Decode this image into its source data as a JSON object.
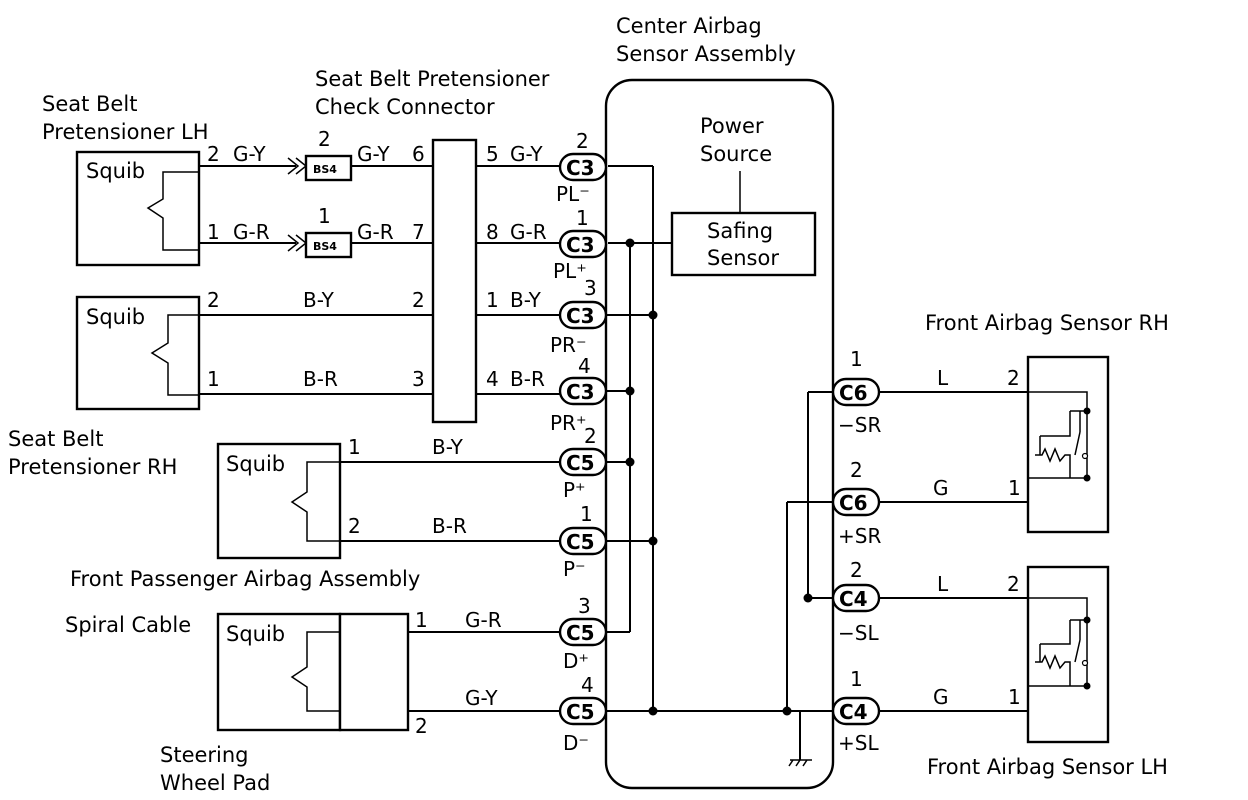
{
  "labels": {
    "center_airbag_1": "Center Airbag",
    "center_airbag_2": "Sensor Assembly",
    "pret_check_1": "Seat Belt Pretensioner",
    "pret_check_2": "Check Connector",
    "pret_lh_1": "Seat Belt",
    "pret_lh_2": "Pretensioner LH",
    "pret_rh_1": "Seat Belt",
    "pret_rh_2": "Pretensioner RH",
    "front_passenger": "Front Passenger Airbag Assembly",
    "spiral_cable": "Spiral Cable",
    "steering_1": "Steering",
    "steering_2": "Wheel Pad",
    "front_rh": "Front Airbag Sensor RH",
    "front_lh": "Front Airbag Sensor LH",
    "power_1": "Power",
    "power_2": "Source",
    "safing_1": "Safing",
    "safing_2": "Sensor",
    "squib": "Squib",
    "bs4": "BS4"
  },
  "wires": {
    "gy": "G-Y",
    "gr": "G-R",
    "by": "B-Y",
    "br": "B-R",
    "l": "L",
    "g": "G"
  },
  "pins": {
    "p1": "1",
    "p2": "2",
    "p3": "3",
    "p4": "4",
    "p5": "5",
    "p6": "6",
    "p7": "7"
  },
  "connectors": {
    "c3": "C3",
    "c4": "C4",
    "c5": "C5",
    "c6": "C6"
  },
  "signals": {
    "pl_minus": "PL⁻",
    "pl_plus": "PL⁺",
    "pr_minus": "PR⁻",
    "pr_plus": "PR⁺",
    "p_plus": "P⁺",
    "p_minus": "P⁻",
    "d_plus": "D⁺",
    "d_minus": "D⁻",
    "sr_minus": "−SR",
    "sr_plus": "+SR",
    "sl_minus": "−SL",
    "sl_plus": "+SL"
  }
}
